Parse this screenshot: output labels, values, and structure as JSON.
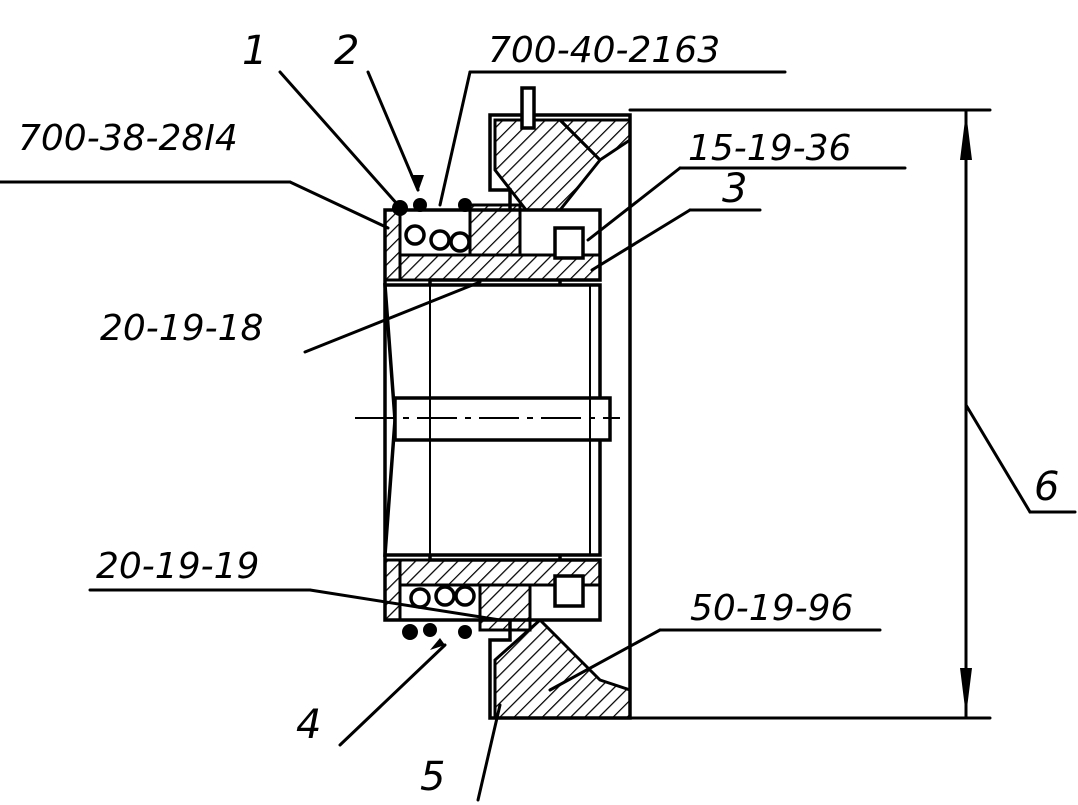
{
  "labels": {
    "callout_1": "1",
    "callout_2": "2",
    "callout_3": "3",
    "callout_4": "4",
    "callout_5": "5",
    "callout_6": "6",
    "part_700_40_2163": "700-40-2163",
    "part_700_38_2814": "700-38-28I4",
    "part_15_19_36": "15-19-36",
    "part_20_19_18": "20-19-18",
    "part_20_19_19": "20-19-19",
    "part_50_19_96": "50-19-96"
  }
}
